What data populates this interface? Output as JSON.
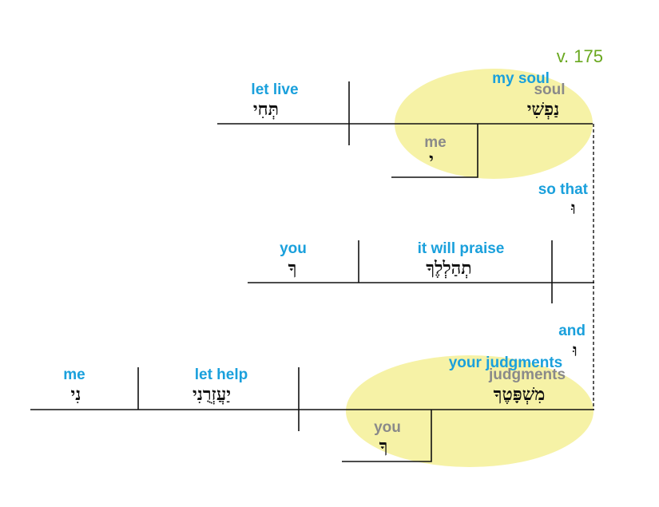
{
  "verse_label": "v. 175",
  "colors": {
    "gloss": "#1aa0dc",
    "subgloss": "#8a8a8a",
    "verse": "#6aa820",
    "highlight": "#f6f2a6",
    "hebrew": "#111111"
  },
  "clause1": {
    "verb_gloss": "let live",
    "verb_hebrew": "תְּחִי",
    "subject_gloss": "my soul",
    "subject_sub_gloss": "soul",
    "subject_hebrew": "נַפְשִׁי",
    "modifier_gloss": "me",
    "modifier_hebrew": "י"
  },
  "conj1": {
    "gloss": "so that",
    "hebrew": "וּ"
  },
  "clause2": {
    "object_gloss": "you",
    "object_hebrew": "ךָ",
    "verb_gloss": "it will praise",
    "verb_hebrew": "תְהַלְלֶךָ"
  },
  "conj2": {
    "gloss": "and",
    "hebrew": "וּ"
  },
  "clause3": {
    "object_gloss": "me",
    "object_hebrew": "נִי",
    "verb_gloss": "let help",
    "verb_hebrew": "יַעֲזְרֻנִי",
    "subject_gloss": "your judgments",
    "subject_sub_gloss": "judgments",
    "subject_hebrew": "מִשְׁפָּטֶךָ",
    "modifier_gloss": "you",
    "modifier_hebrew": "ךָ"
  }
}
